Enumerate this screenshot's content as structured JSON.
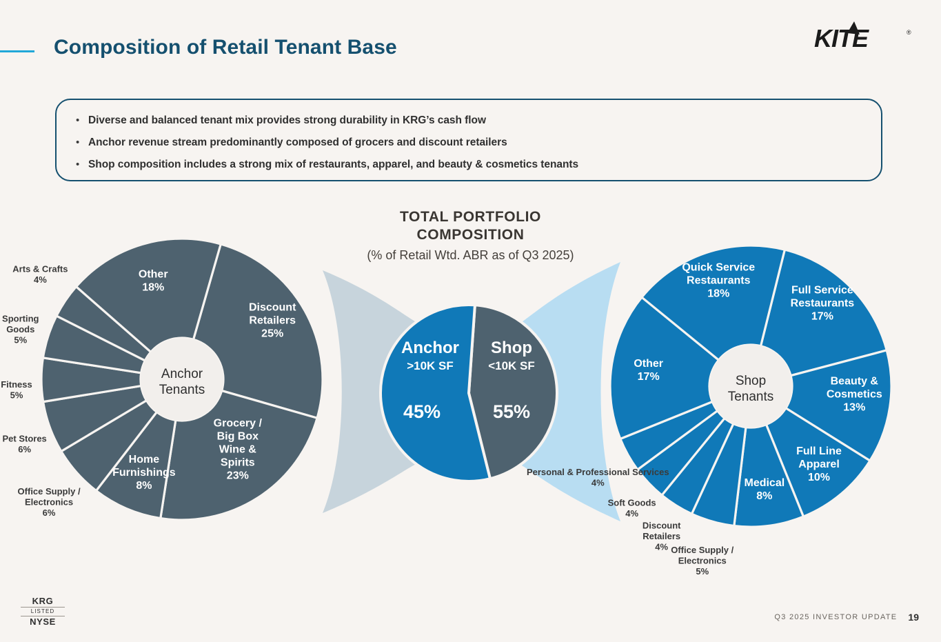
{
  "brand": {
    "logo_text": "KITE",
    "logo_registered": "®",
    "accent_color": "#21a7d8",
    "title_color": "#15506f",
    "background_color": "#f7f4f1",
    "anchor_color": "#4e626f",
    "shop_color": "#1079b8",
    "anchor_connector_color": "#c7d4dc",
    "shop_connector_color": "#b8ddf2"
  },
  "header": {
    "title": "Composition of Retail Tenant Base"
  },
  "bullets": [
    "Diverse and balanced tenant mix provides strong durability in KRG’s cash flow",
    "Anchor revenue stream predominantly composed of grocers and discount retailers",
    "Shop composition includes a strong mix of restaurants, apparel, and beauty & cosmetics tenants"
  ],
  "chart_heading": {
    "line1": "TOTAL PORTFOLIO",
    "line2": "COMPOSITION",
    "line3": "(% of Retail Wtd. ABR as of Q3 2025)"
  },
  "chart_data": [
    {
      "type": "pie",
      "name": "total-portfolio-split",
      "title": "Total Portfolio Composition",
      "subtitle": "(% of Retail Wtd. ABR as of Q3 2025)",
      "categories": [
        "Anchor",
        "Shop"
      ],
      "values": [
        45,
        55
      ],
      "labels": [
        {
          "name": "Anchor",
          "sub": ">10K SF",
          "value": 45,
          "value_text": "45%",
          "color": "#4e626f"
        },
        {
          "name": "Shop",
          "sub": "<10K SF",
          "value": 55,
          "value_text": "55%",
          "color": "#1079b8"
        }
      ],
      "legend": "none",
      "grid": false
    },
    {
      "type": "pie",
      "name": "anchor-tenants-donut",
      "title": "Anchor Tenants",
      "hub_line1": "Anchor",
      "hub_line2": "Tenants",
      "color": "#4e626f",
      "categories": [
        "Discount Retailers",
        "Grocery / Big Box Wine & Spirits",
        "Home Furnishings",
        "Office Supply / Electronics",
        "Pet Stores",
        "Fitness",
        "Sporting Goods",
        "Arts & Crafts",
        "Other"
      ],
      "values": [
        25,
        23,
        8,
        6,
        6,
        5,
        5,
        4,
        18
      ],
      "slices": [
        {
          "label": "Discount Retailers",
          "lines": [
            "Discount",
            "Retailers"
          ],
          "value": 25,
          "value_text": "25%",
          "placement": "inside"
        },
        {
          "label": "Grocery / Big Box Wine & Spirits",
          "lines": [
            "Grocery /",
            "Big Box",
            "Wine &",
            "Spirits"
          ],
          "value": 23,
          "value_text": "23%",
          "placement": "inside"
        },
        {
          "label": "Home Furnishings",
          "lines": [
            "Home",
            "Furnishings"
          ],
          "value": 8,
          "value_text": "8%",
          "placement": "inside"
        },
        {
          "label": "Office Supply / Electronics",
          "lines": [
            "Office Supply /",
            "Electronics"
          ],
          "value": 6,
          "value_text": "6%",
          "placement": "outside"
        },
        {
          "label": "Pet Stores",
          "lines": [
            "Pet Stores"
          ],
          "value": 6,
          "value_text": "6%",
          "placement": "outside"
        },
        {
          "label": "Fitness",
          "lines": [
            "Fitness"
          ],
          "value": 5,
          "value_text": "5%",
          "placement": "outside"
        },
        {
          "label": "Sporting Goods",
          "lines": [
            "Sporting",
            "Goods"
          ],
          "value": 5,
          "value_text": "5%",
          "placement": "outside"
        },
        {
          "label": "Arts & Crafts",
          "lines": [
            "Arts & Crafts"
          ],
          "value": 4,
          "value_text": "4%",
          "placement": "outside"
        },
        {
          "label": "Other",
          "lines": [
            "Other"
          ],
          "value": 18,
          "value_text": "18%",
          "placement": "inside"
        }
      ],
      "legend": "none",
      "grid": false
    },
    {
      "type": "pie",
      "name": "shop-tenants-donut",
      "title": "Shop Tenants",
      "hub_line1": "Shop",
      "hub_line2": "Tenants",
      "color": "#1079b8",
      "categories": [
        "Full Service Restaurants",
        "Beauty & Cosmetics",
        "Full Line Apparel",
        "Medical",
        "Office Supply / Electronics",
        "Discount Retailers",
        "Soft Goods",
        "Personal & Professional Services",
        "Other",
        "Quick Service Restaurants"
      ],
      "values": [
        17,
        13,
        10,
        8,
        5,
        4,
        4,
        4,
        17,
        18
      ],
      "slices": [
        {
          "label": "Full Service Restaurants",
          "lines": [
            "Full Service",
            "Restaurants"
          ],
          "value": 17,
          "value_text": "17%",
          "placement": "inside"
        },
        {
          "label": "Beauty & Cosmetics",
          "lines": [
            "Beauty &",
            "Cosmetics"
          ],
          "value": 13,
          "value_text": "13%",
          "placement": "inside"
        },
        {
          "label": "Full Line Apparel",
          "lines": [
            "Full Line",
            "Apparel"
          ],
          "value": 10,
          "value_text": "10%",
          "placement": "inside"
        },
        {
          "label": "Medical",
          "lines": [
            "Medical"
          ],
          "value": 8,
          "value_text": "8%",
          "placement": "inside"
        },
        {
          "label": "Office Supply / Electronics",
          "lines": [
            "Office Supply /",
            "Electronics"
          ],
          "value": 5,
          "value_text": "5%",
          "placement": "outside"
        },
        {
          "label": "Discount Retailers",
          "lines": [
            "Discount",
            "Retailers"
          ],
          "value": 4,
          "value_text": "4%",
          "placement": "outside"
        },
        {
          "label": "Soft Goods",
          "lines": [
            "Soft Goods"
          ],
          "value": 4,
          "value_text": "4%",
          "placement": "outside"
        },
        {
          "label": "Personal & Professional Services",
          "lines": [
            "Personal & Professional Services"
          ],
          "value": 4,
          "value_text": "4%",
          "placement": "outside"
        },
        {
          "label": "Other",
          "lines": [
            "Other"
          ],
          "value": 17,
          "value_text": "17%",
          "placement": "inside"
        },
        {
          "label": "Quick Service Restaurants",
          "lines": [
            "Quick Service",
            "Restaurants"
          ],
          "value": 18,
          "value_text": "18%",
          "placement": "inside"
        }
      ],
      "legend": "none",
      "grid": false
    }
  ],
  "footer": {
    "listing_top": "KRG",
    "listing_mid": "LISTED",
    "listing_bottom": "NYSE",
    "deck_name": "Q3 2025 INVESTOR UPDATE",
    "page_number": "19"
  }
}
